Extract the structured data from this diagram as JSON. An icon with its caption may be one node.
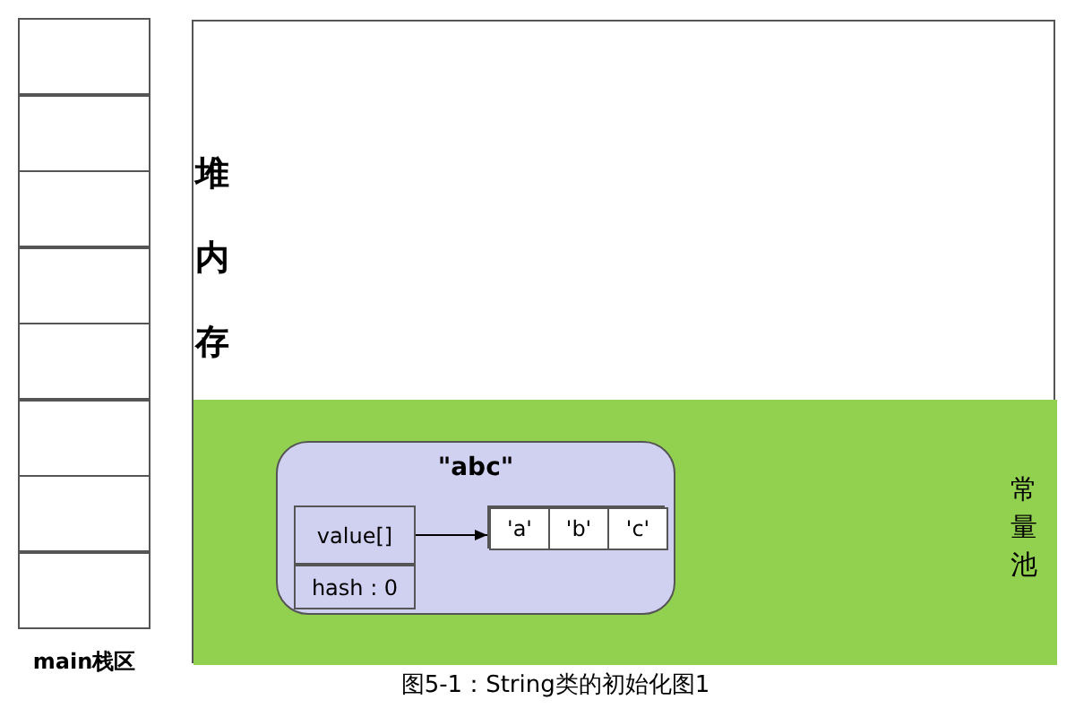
{
  "diagram": {
    "caption": "图5-1：String类的初始化图1",
    "nodes": [
      {
        "text": [
          "main栈区"
        ]
      },
      {
        "text": [],
        "shape": "box",
        "in": 0
      },
      {
        "text": [],
        "shape": "box",
        "in": 0
      },
      {
        "text": [],
        "shape": "box",
        "in": 0
      },
      {
        "text": [],
        "shape": "box",
        "in": 0
      },
      {
        "text": [],
        "shape": "box",
        "in": 0
      },
      {
        "text": [],
        "shape": "box",
        "in": 0
      },
      {
        "text": [],
        "shape": "box",
        "in": 0
      },
      {
        "text": [],
        "shape": "box",
        "in": 0
      },
      {
        "text": [
          "堆内存"
        ]
      },
      {
        "text": [
          "常量池"
        ],
        "in": 9
      },
      {
        "text": [
          "\"abc\""
        ],
        "in": 10
      },
      {
        "text": [
          "value[]"
        ],
        "in": 11
      },
      {
        "text": [
          "hash : 0"
        ],
        "in": 11
      },
      {
        "text": [],
        "shape": "box",
        "in": 11
      },
      {
        "text": [
          "'a'"
        ],
        "in": 14
      },
      {
        "text": [
          "'b'"
        ],
        "in": 14
      },
      {
        "text": [
          "'c'"
        ],
        "in": 14
      }
    ],
    "edges": [
      {
        "from": 12,
        "to": 14,
        "arrow": "to"
      }
    ]
  }
}
